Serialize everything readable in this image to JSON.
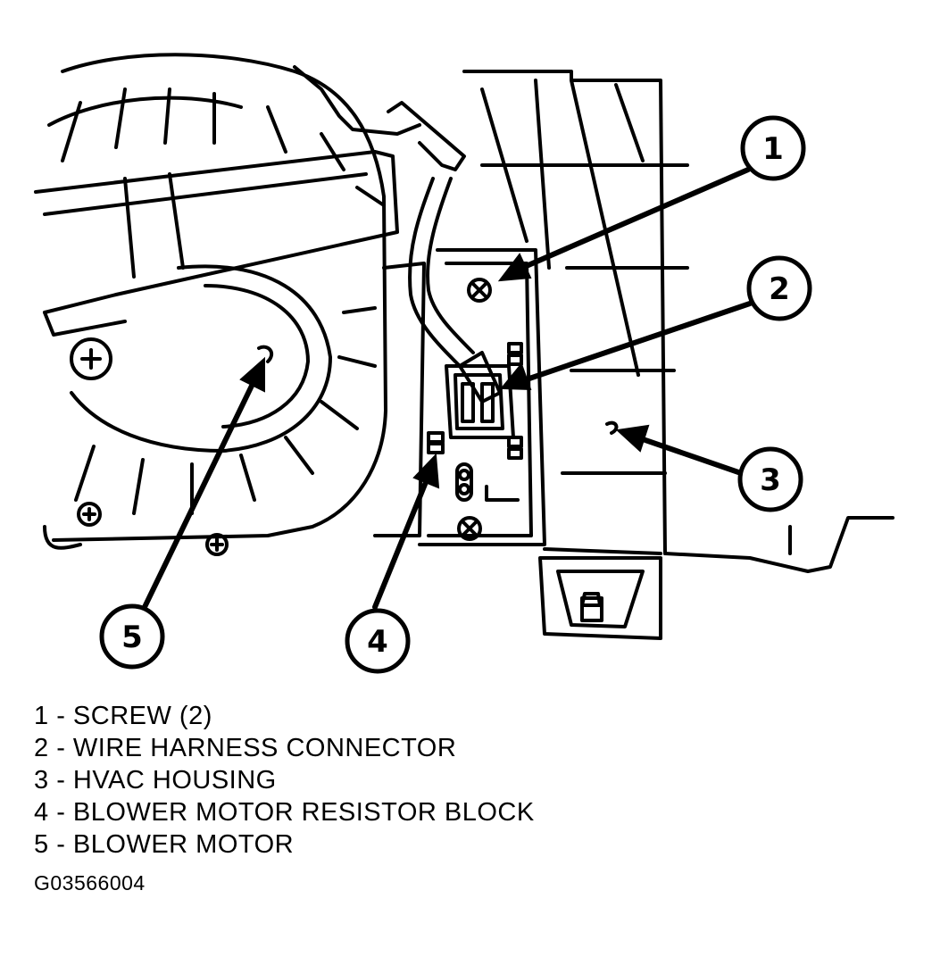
{
  "callouts": [
    {
      "number": "1",
      "part": "SCREW (2)"
    },
    {
      "number": "2",
      "part": "WIRE HARNESS CONNECTOR"
    },
    {
      "number": "3",
      "part": "HVAC HOUSING"
    },
    {
      "number": "4",
      "part": "BLOWER MOTOR RESISTOR BLOCK"
    },
    {
      "number": "5",
      "part": "BLOWER MOTOR"
    }
  ],
  "legend_separator": " - ",
  "figure_id": "G03566004"
}
